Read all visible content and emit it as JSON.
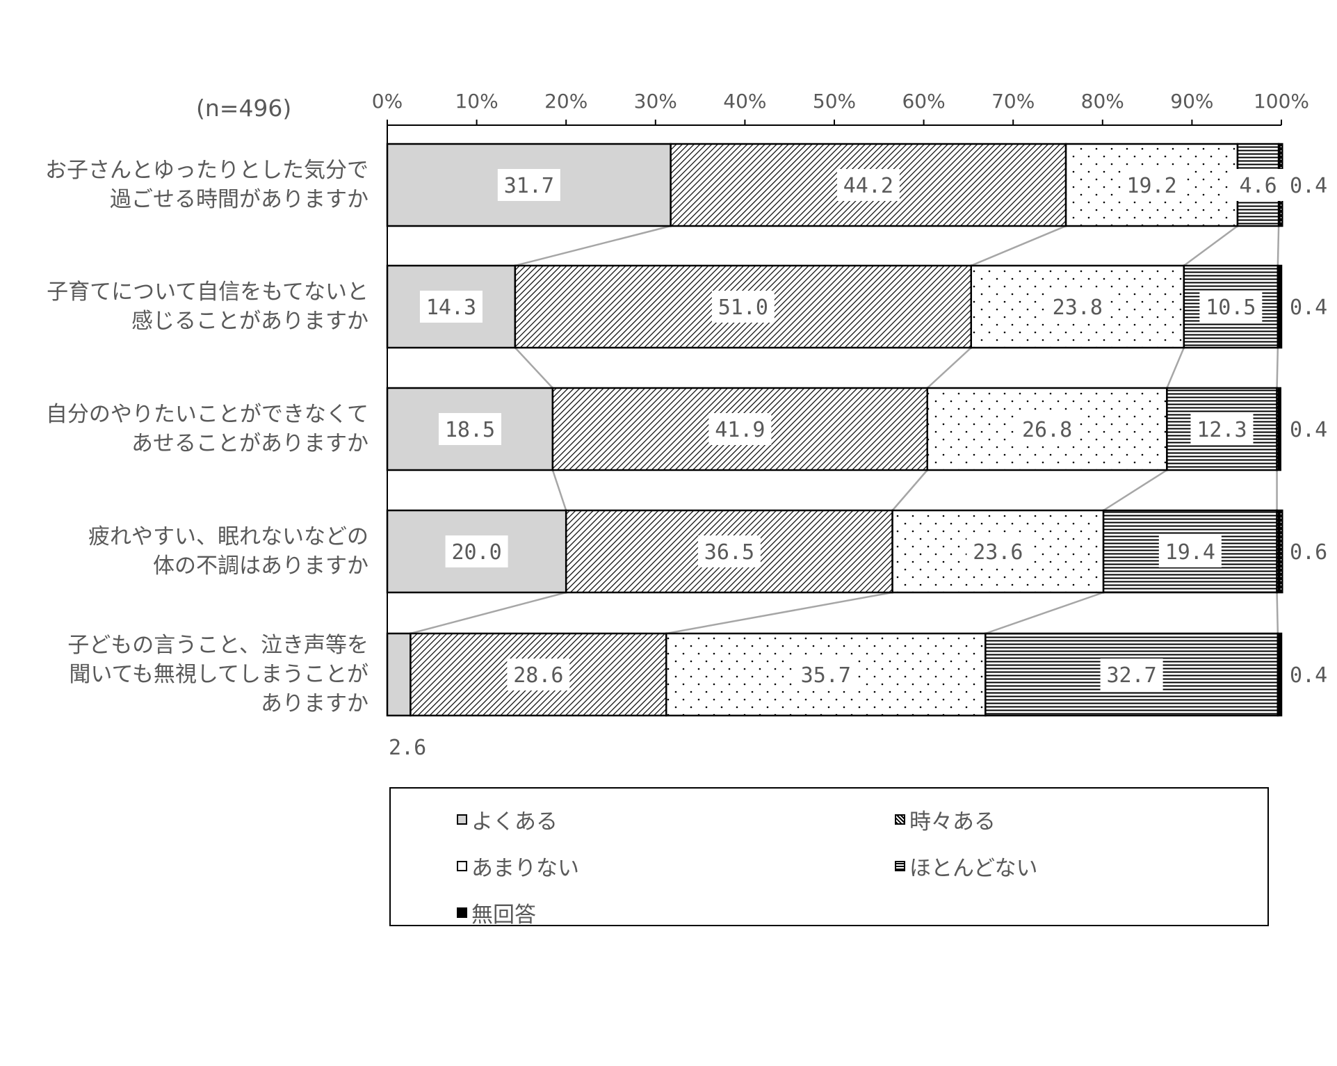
{
  "n_label": "(n=496)",
  "chart_data": {
    "type": "bar",
    "orientation": "horizontal",
    "stacked": "percent",
    "categories": [
      [
        "お子さんとゆったりとした気分で",
        "過ごせる時間がありますか"
      ],
      [
        "子育てについて自信をもてないと",
        "感じることがありますか"
      ],
      [
        "自分のやりたいことができなくて",
        "あせることがありますか"
      ],
      [
        "疲れやすい、眠れないなどの",
        "体の不調はありますか"
      ],
      [
        "子どもの言うこと、泣き声等を",
        "聞いても無視してしまうことが",
        "ありますか"
      ]
    ],
    "series": [
      {
        "name": "よくある",
        "values": [
          31.7,
          14.3,
          18.5,
          20.0,
          2.6
        ],
        "labels": [
          "31.7",
          "14.3",
          "18.5",
          "20.0",
          "2.6"
        ]
      },
      {
        "name": "時々ある",
        "values": [
          44.2,
          51.0,
          41.9,
          36.5,
          28.6
        ],
        "labels": [
          "44.2",
          "51.0",
          "41.9",
          "36.5",
          "28.6"
        ]
      },
      {
        "name": "あまりない",
        "values": [
          19.2,
          23.8,
          26.8,
          23.6,
          35.7
        ],
        "labels": [
          "19.2",
          "23.8",
          "26.8",
          "23.6",
          "35.7"
        ]
      },
      {
        "name": "ほとんどない",
        "values": [
          4.6,
          10.5,
          12.3,
          19.4,
          32.7
        ],
        "labels": [
          "4.6",
          "10.5",
          "12.3",
          "19.4",
          "32.7"
        ]
      },
      {
        "name": "無回答",
        "values": [
          0.4,
          0.4,
          0.4,
          0.6,
          0.4
        ],
        "labels": [
          "0.4",
          "0.4",
          "0.4",
          "0.6",
          "0.4"
        ]
      }
    ],
    "xlim": [
      0,
      100
    ],
    "xticks": [
      "0%",
      "10%",
      "20%",
      "30%",
      "40%",
      "50%",
      "60%",
      "70%",
      "80%",
      "90%",
      "100%"
    ],
    "series_lines": true,
    "legend_position": "bottom",
    "colors": {
      "fill_solid": "#d4d4d4",
      "stroke": "#000000",
      "connector": "#a6a6a6",
      "text": "#595959"
    }
  }
}
